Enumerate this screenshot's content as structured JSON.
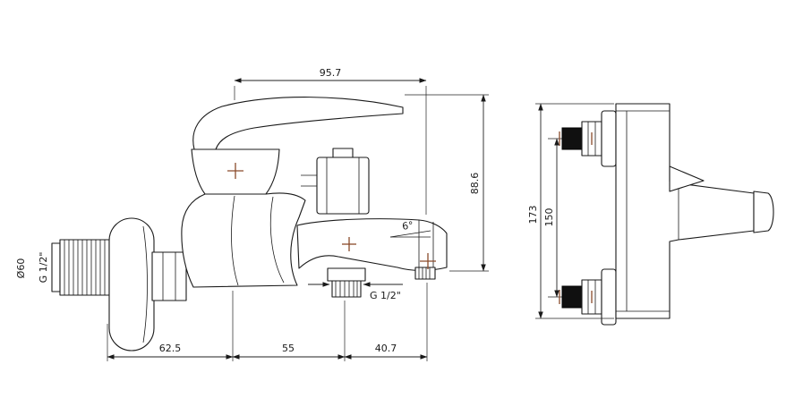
{
  "colors": {
    "line": "#1a1a1a",
    "center_mark": "#8a4a2b",
    "background": "#ffffff"
  },
  "views": {
    "front": {
      "dim_top_width": "95.7",
      "dim_right_height": "88.6",
      "dim_bottom_left": "62.5",
      "dim_bottom_middle": "55",
      "dim_bottom_right": "40.7",
      "dim_flange_diameter": "Ø60",
      "dim_inlet_thread": "G 1/2\"",
      "dim_outlet_thread": "G 1/2\"",
      "dim_spout_angle": "6°"
    },
    "side": {
      "dim_overall_height": "173",
      "dim_center_distance": "150"
    }
  }
}
